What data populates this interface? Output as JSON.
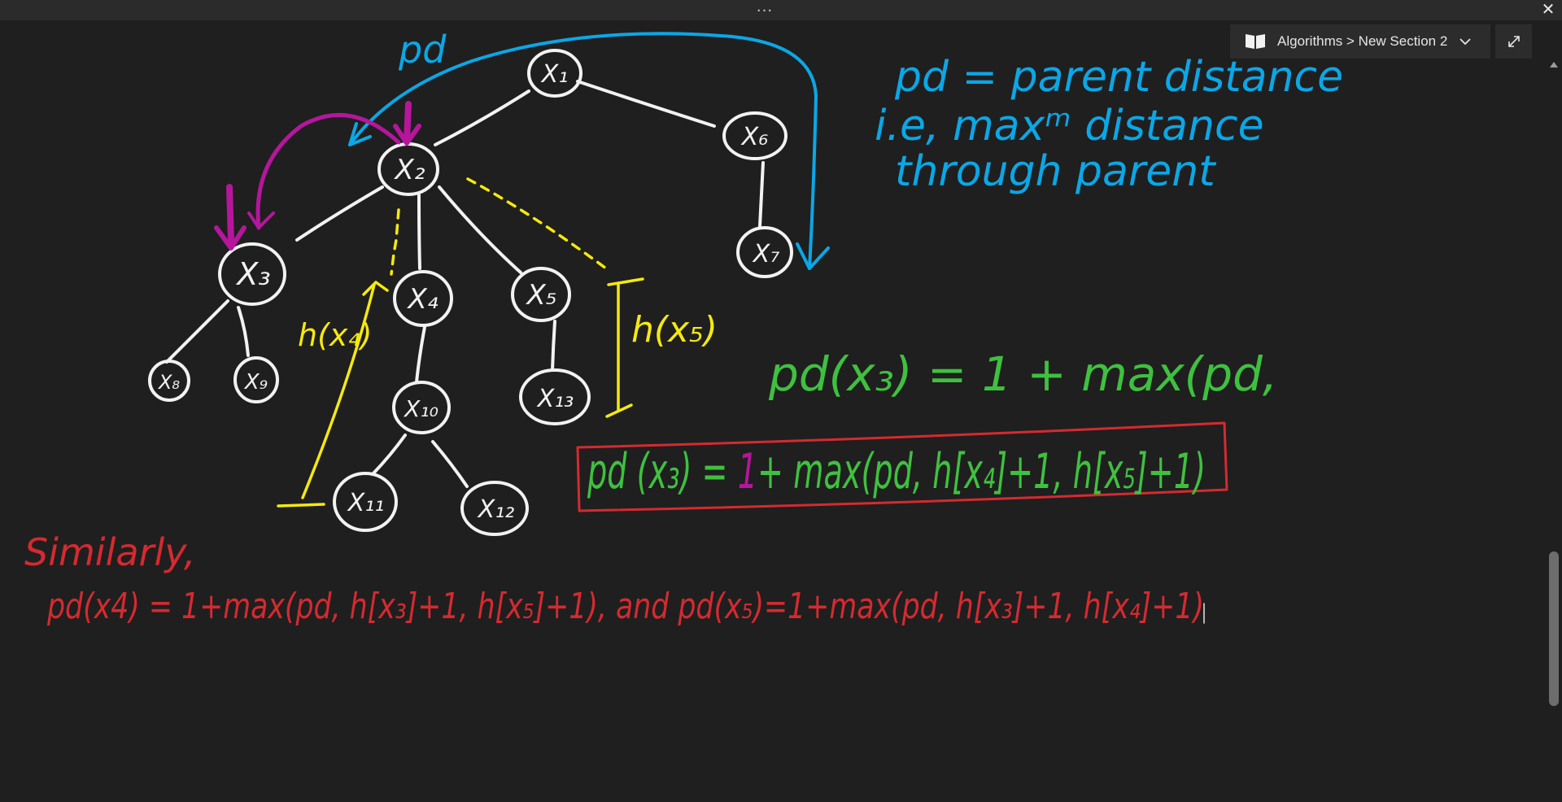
{
  "window": {
    "menu_dots": "...",
    "close_glyph": "✕"
  },
  "breadcrumb": {
    "icon": "notebook-icon",
    "text": "Algorithms > New Section 2",
    "chevron_icon": "chevron-down-icon"
  },
  "expand_icon": "expand-icon",
  "colors": {
    "background": "#1f1f1f",
    "white_ink": "#f2f2f2",
    "yellow_ink": "#f5e90f",
    "blue_ink": "#0ba7e6",
    "green_ink": "#3fc13f",
    "red_ink": "#d52a30",
    "magenta_ink": "#b5169c"
  },
  "tree": {
    "nodes": {
      "x1": "X₁",
      "x2": "X₂",
      "x3": "X₃",
      "x4": "X₄",
      "x5": "X₅",
      "x6": "X₆",
      "x7": "X₇",
      "x8": "X₈",
      "x9": "X₉",
      "x10": "X₁₀",
      "x11": "X₁₁",
      "x12": "X₁₂",
      "x13": "X₁₃"
    }
  },
  "labels": {
    "pd_arrow": "pd",
    "h_x4": "h(x₄)",
    "h_x5": "h(x₅)"
  },
  "notes": {
    "definition": [
      "pd = parent distance",
      "i.e, maxᵐ distance",
      "through parent"
    ],
    "green_partial": "pd(x₃) = 1 + max(pd,",
    "boxed_formula": {
      "lhs": "pd (x₃) = ",
      "one": "1",
      "rhs": "+ max(pd, h[x₄]+1, h[x₅]+1)"
    },
    "similarly": "Similarly,",
    "bottom_formula": "pd(x4) = 1+max(pd, h[x₃]+1, h[x₅]+1), and pd(x₅)=1+max(pd, h[x₃]+1, h[x₄]+1)"
  }
}
